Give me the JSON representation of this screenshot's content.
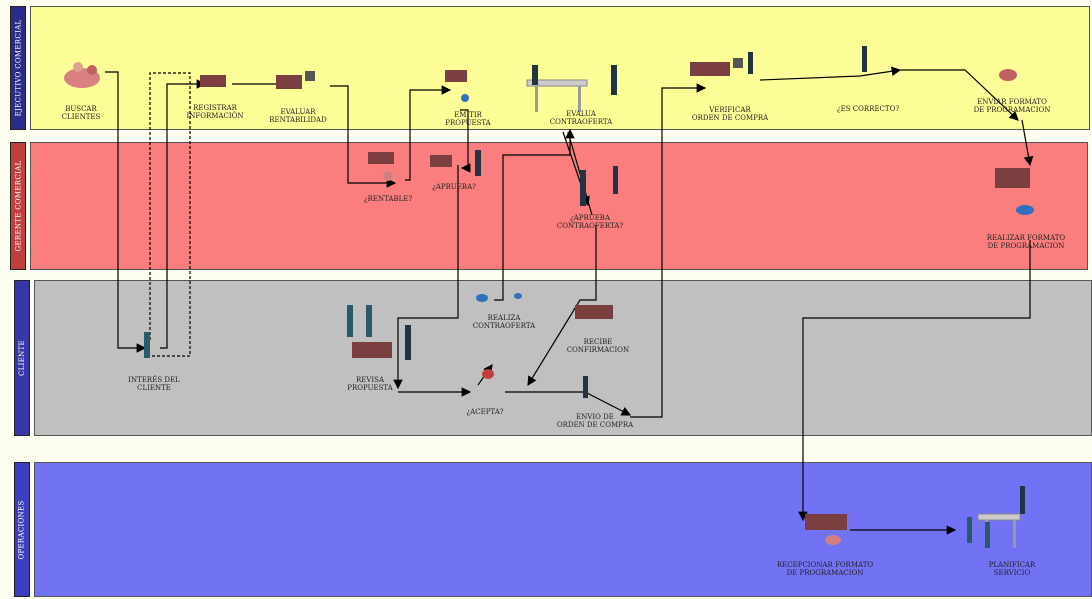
{
  "lanes": [
    {
      "id": "ejecutivo",
      "title": "EJECUTIVO COMERCIAL",
      "color": "#fdfd98",
      "title_color": "#2b2b8a"
    },
    {
      "id": "gerente",
      "title": "GERENTE COMERCIAL",
      "color": "#fa7e7e",
      "title_color": "#c04040"
    },
    {
      "id": "cliente",
      "title": "CLIENTE",
      "color": "#c0c0c0",
      "title_color": "#3636a6"
    },
    {
      "id": "operaciones",
      "title": "OPERACIONES",
      "color": "#7272f5",
      "title_color": "#3e3ec0"
    }
  ],
  "nodes": {
    "buscar_clientes": "BUSCAR\nCLIENTES",
    "registrar_informacion": "REGISTRAR\nINFORMACIÓN",
    "evaluar_rentabilidad": "EVALUAR\nRENTABILIDAD",
    "emitir_propuesta": "EMITIR\nPROPUESTA",
    "evalua_contraoferta": "EVALUA\nCONTRAOFERTA",
    "verificar_orden": "VERIFICAR\nORDEN DE COMPRA",
    "es_correcto": "¿ES CORRECTO?",
    "enviar_formato": "ENVIAR FORMATO\nDE PROGRAMACION",
    "rentable": "¿RENTABLE?",
    "aprueba": "¿APRUEBA?",
    "aprueba_contraoferta": "¿APRUEBA\nCONTRAOFERTA?",
    "realizar_formato": "REALIZAR FORMATO\nDE PROGRAMACION",
    "interes_cliente": "INTERÉS DEL\nCLIENTE",
    "revisa_propuesta": "REVISA\nPROPUESTA",
    "realiza_contraoferta": "REALIZA\nCONTRAOFERTA",
    "recibe_confirmacion": "RECIBE\nCONFIRMACION",
    "acepta": "¿ACEPTA?",
    "envio_orden": "ENVIO DE\nORDEN DE COMPRA",
    "recepcionar_formato": "RECEPCIONAR FORMATO\nDE PROGRAMACION",
    "planificar_servicio": "PLANIFICAR\nSERVICIO"
  }
}
